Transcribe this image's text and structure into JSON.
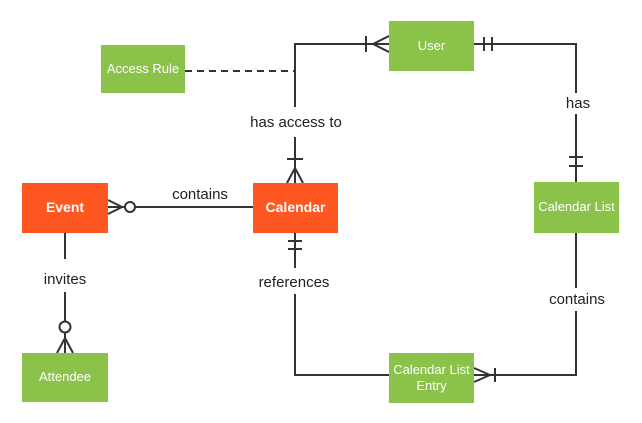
{
  "diagram": {
    "type": "entity-relationship-diagram",
    "notation": "crows-foot",
    "entities": [
      {
        "id": "access-rule",
        "label": "Access Rule",
        "color": "#8BC34A"
      },
      {
        "id": "user",
        "label": "User",
        "color": "#8BC34A"
      },
      {
        "id": "event",
        "label": "Event",
        "color": "#FF5722"
      },
      {
        "id": "calendar",
        "label": "Calendar",
        "color": "#FF5722"
      },
      {
        "id": "calendar-list",
        "label": "Calendar List",
        "color": "#8BC34A"
      },
      {
        "id": "attendee",
        "label": "Attendee",
        "color": "#8BC34A"
      },
      {
        "id": "calendar-list-entry",
        "label": "Calendar List Entry",
        "color": "#8BC34A"
      }
    ],
    "relationships": [
      {
        "label": "contains",
        "from": "Event",
        "to": "Calendar",
        "from_cardinality": "zero-or-many",
        "to_cardinality": "none",
        "style": "solid"
      },
      {
        "label": "has access to",
        "from": "Calendar",
        "to": "User",
        "from_cardinality": "one-or-many",
        "to_cardinality": "one-or-many",
        "style": "solid"
      },
      {
        "label": "has",
        "from": "User",
        "to": "Calendar List",
        "from_cardinality": "exactly-one",
        "to_cardinality": "exactly-one",
        "style": "solid"
      },
      {
        "label": "contains",
        "from": "Calendar List",
        "to": "Calendar List Entry",
        "from_cardinality": "none",
        "to_cardinality": "one-or-many",
        "style": "solid"
      },
      {
        "label": "references",
        "from": "Calendar",
        "to": "Calendar List Entry",
        "from_cardinality": "exactly-one",
        "to_cardinality": "none",
        "style": "solid"
      },
      {
        "label": "invites",
        "from": "Event",
        "to": "Attendee",
        "from_cardinality": "none",
        "to_cardinality": "zero-or-many",
        "style": "solid"
      },
      {
        "label": "",
        "from": "Access Rule",
        "to": "has access to link",
        "from_cardinality": "none",
        "to_cardinality": "none",
        "style": "dashed"
      }
    ],
    "colors": {
      "entity_green": "#8BC34A",
      "entity_orange": "#FF5722",
      "entity_text": "#FFFFFF",
      "connector": "#333333",
      "label_text": "#212121",
      "background": "#FFFFFF"
    }
  }
}
